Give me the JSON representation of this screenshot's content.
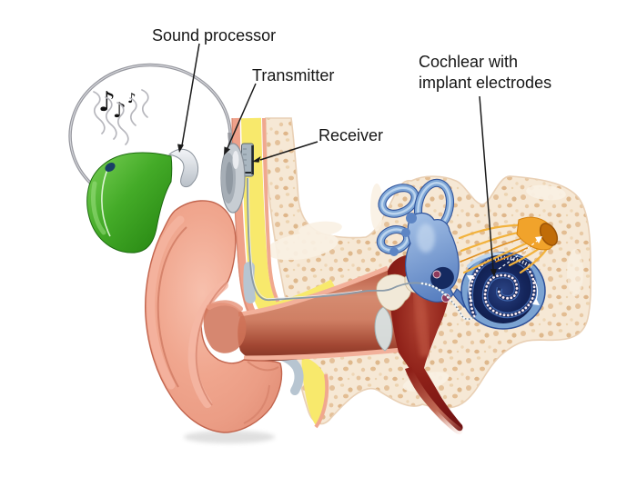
{
  "figure": {
    "title": "Cochlear implant ear anatomy diagram",
    "background": "#ffffff"
  },
  "labels": {
    "sound_processor": "Sound processor",
    "transmitter": "Transmitter",
    "receiver": "Receiver",
    "cochlea": "Cochlear with implant electrodes"
  },
  "music_notes": {
    "note1": "♪",
    "note2": "♪",
    "note3": "♪"
  },
  "colors": {
    "processor_green": "#44ab28",
    "skin_pink": "#efa28f",
    "fat_yellow": "#f8e96c",
    "bone_cream": "#f6e8d5",
    "bone_speckle": "#e2bd92",
    "inner_ear_blue": "#7fa7d7",
    "cochlea_navy": "#16275e",
    "electrode_dots": "#fdeef3",
    "auditory_nerve_yellow": "#f2b23c",
    "middle_ear_red": "#7c1a1a",
    "device_gray": "#c7cdd3",
    "label_text": "#161616"
  }
}
